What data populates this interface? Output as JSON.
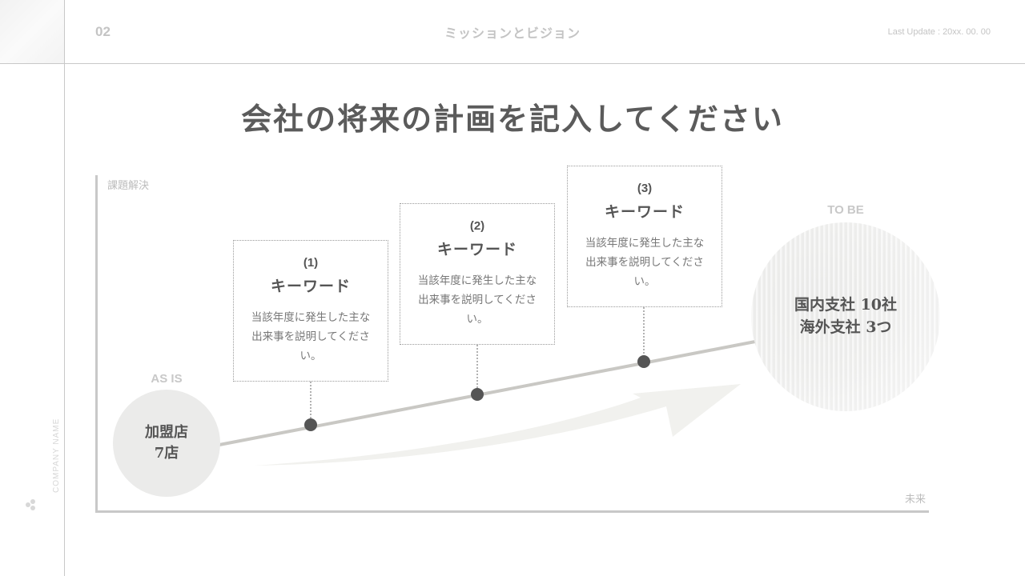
{
  "header": {
    "page_number": "02",
    "title": "ミッションとビジョン",
    "last_update": "Last Update : 20xx. 00. 00"
  },
  "sidebar": {
    "company_name": "COMPANY NAME",
    "logo_icon": "company-logo-icon"
  },
  "main": {
    "title": "会社の将来の計画を記入してください"
  },
  "diagram": {
    "y_axis_label": "課題解決",
    "x_axis_label": "未来",
    "as_is": {
      "label": "AS IS",
      "text": "加盟店\n7店"
    },
    "to_be": {
      "label": "TO BE",
      "text": "国内支社 10社\n海外支社 3つ"
    },
    "milestones": [
      {
        "number": "(1)",
        "keyword": "キーワード",
        "description": "当該年度に発生した主な出来事を説明してください。"
      },
      {
        "number": "(2)",
        "keyword": "キーワード",
        "description": "当該年度に発生した主な出来事を説明してください。"
      },
      {
        "number": "(3)",
        "keyword": "キーワード",
        "description": "当該年度に発生した主な出来事を説明してください。"
      }
    ],
    "colors": {
      "line": "#c9c8c4",
      "dot": "#555555",
      "arrow": "#f1f1ee",
      "axis": "#c8c8c8"
    }
  }
}
